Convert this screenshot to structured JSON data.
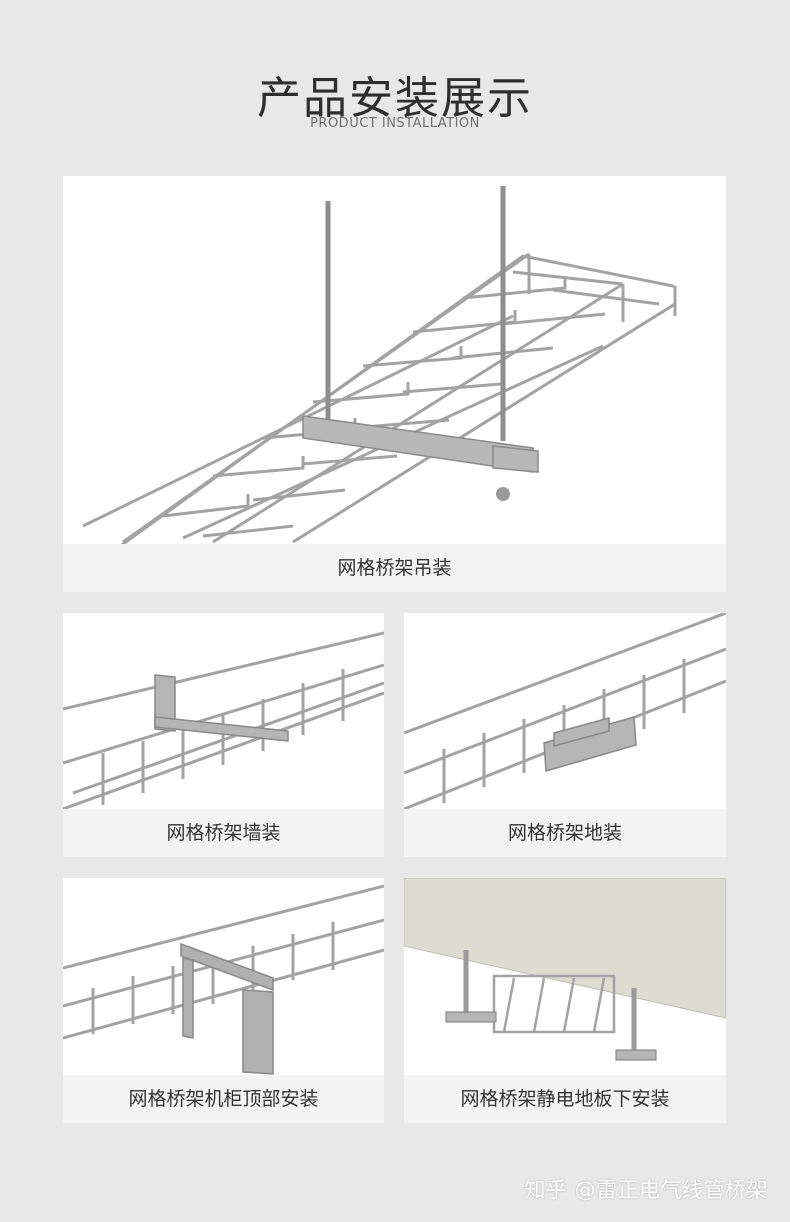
{
  "header": {
    "title": "产品安装展示",
    "subtitle": "PRODUCT INSTALLATION"
  },
  "cards": {
    "hanging": {
      "caption": "网格桥架吊装",
      "image": "wire-mesh-tray-ceiling-hanging-illustration"
    },
    "wall": {
      "caption": "网格桥架墙装",
      "image": "wire-mesh-tray-wall-bracket-illustration"
    },
    "floor": {
      "caption": "网格桥架地装",
      "image": "wire-mesh-tray-floor-mount-illustration"
    },
    "cabinet": {
      "caption": "网格桥架机柜顶部安装",
      "image": "wire-mesh-tray-cabinet-top-illustration"
    },
    "raised_floor": {
      "caption": "网格桥架静电地板下安装",
      "image": "wire-mesh-tray-under-raised-floor-illustration"
    }
  },
  "watermark": "知乎 @雷正电气线管桥架",
  "colors": {
    "background": "#e8e8e8",
    "card": "#ffffff",
    "caption_band": "#f3f3f3",
    "wire": "#9a9a9a"
  }
}
